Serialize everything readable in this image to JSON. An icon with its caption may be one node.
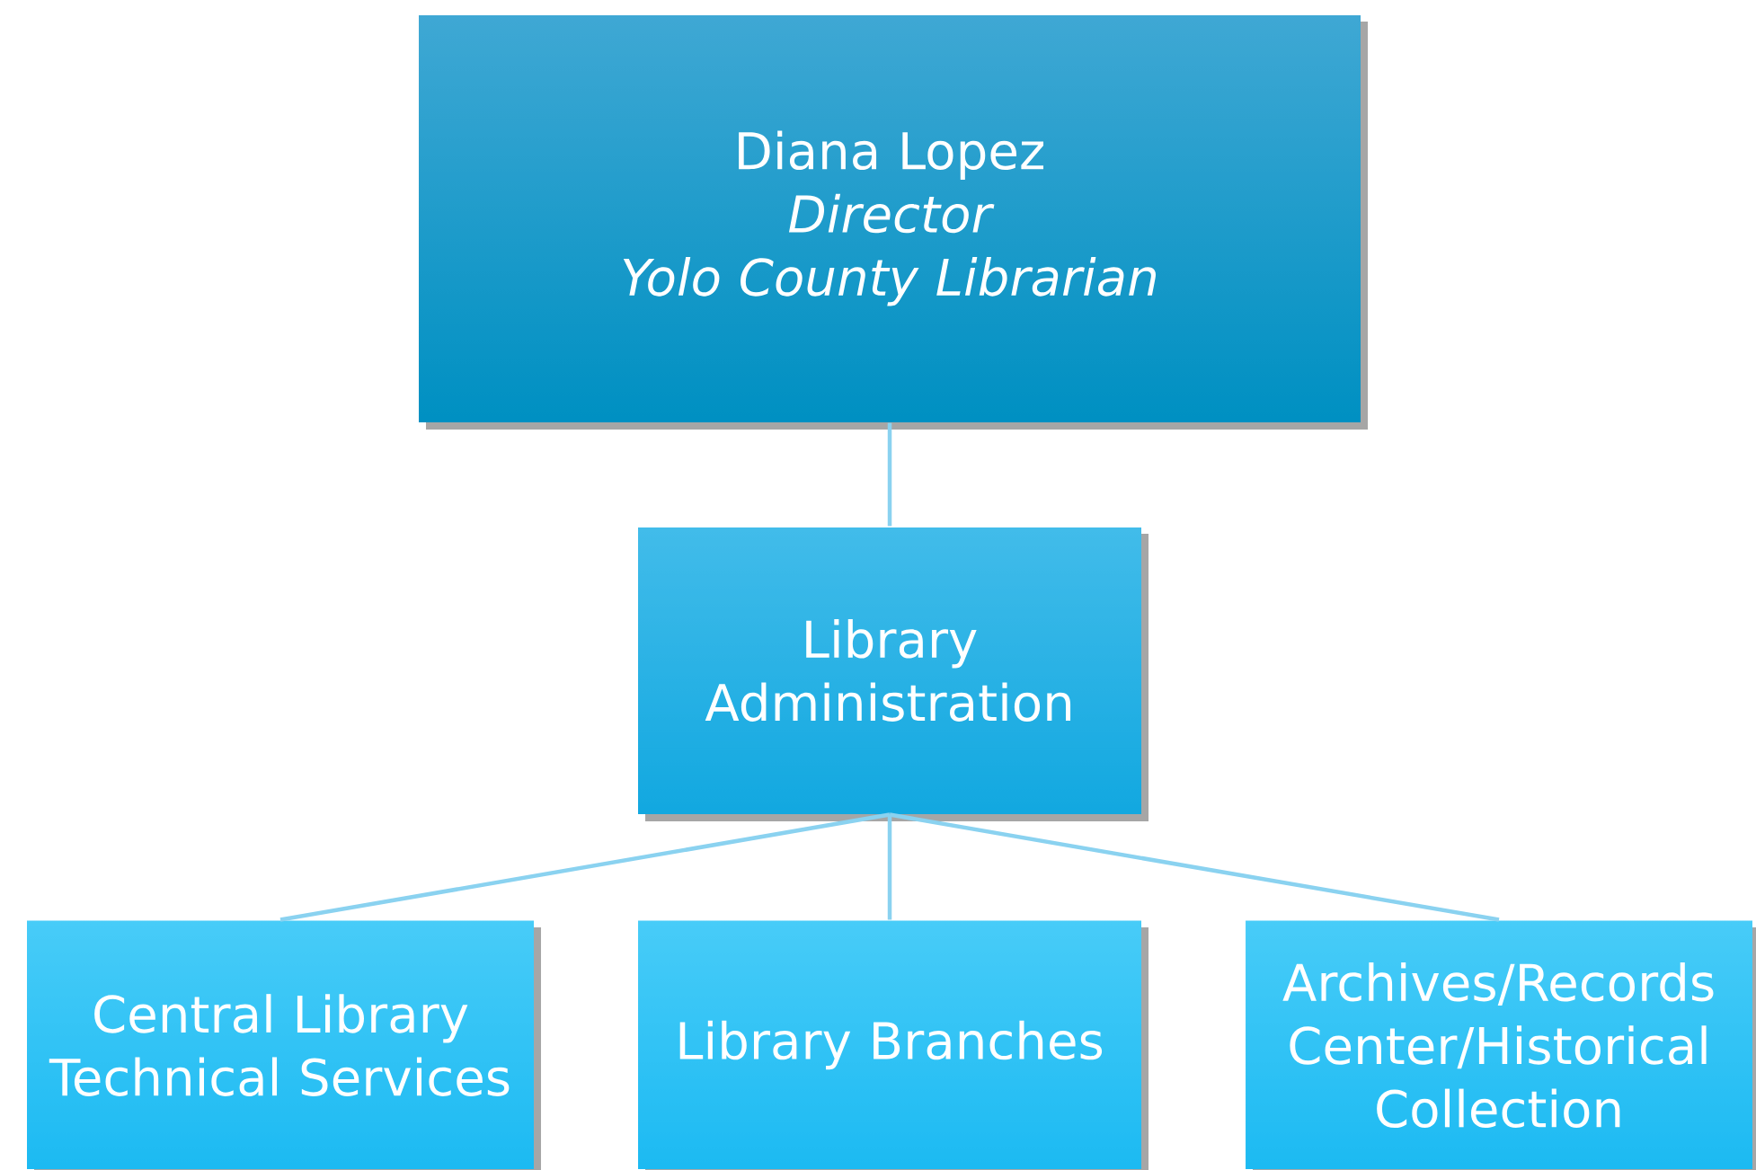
{
  "diagram": {
    "nodes": [
      {
        "text": [
          "Diana Lopez",
          "Director",
          "Yolo County Librarian"
        ]
      },
      {
        "text": [
          "Library Administration"
        ]
      },
      {
        "text": [
          "Central Library Technical Services"
        ]
      },
      {
        "text": [
          "Library Branches"
        ]
      },
      {
        "text": [
          "Archives/Records Center/Historical Collection"
        ]
      }
    ],
    "edges": [
      {
        "from": 0,
        "to": 1,
        "arrow": "none"
      },
      {
        "from": 1,
        "to": 2,
        "arrow": "none"
      },
      {
        "from": 1,
        "to": 3,
        "arrow": "none"
      },
      {
        "from": 1,
        "to": 4,
        "arrow": "none"
      }
    ]
  }
}
